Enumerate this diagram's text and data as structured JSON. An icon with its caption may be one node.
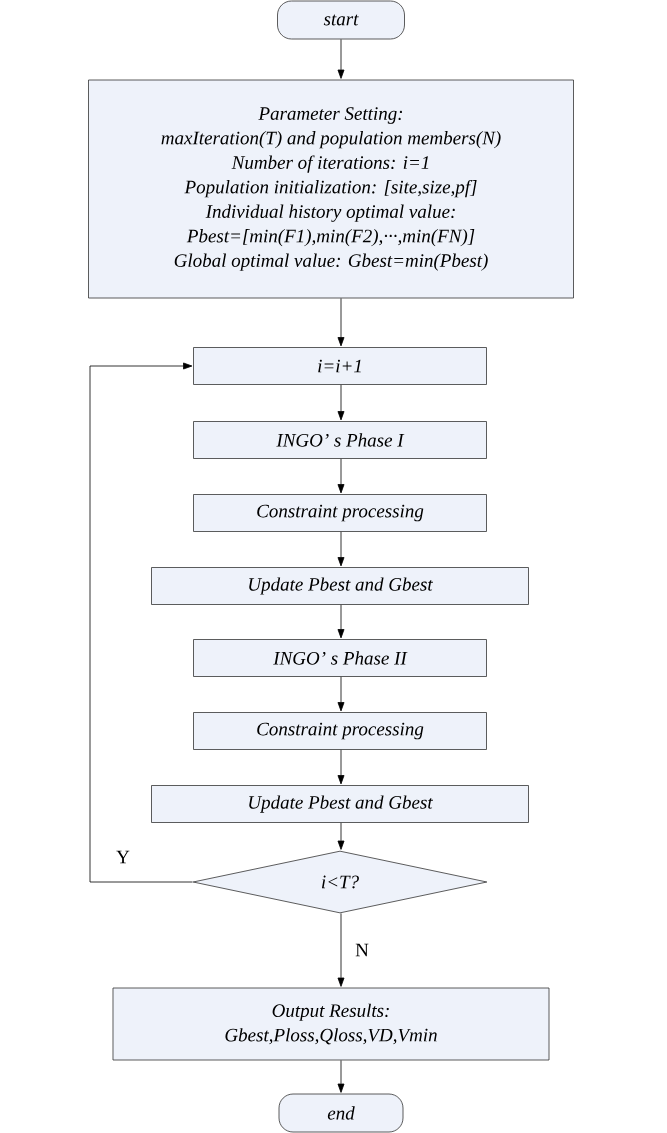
{
  "diagram": {
    "nodes": [
      {
        "text": [
          "start"
        ]
      },
      {
        "text": [
          "Parameter Setting:",
          "maxIteration(T) and population members(N)",
          "Number of iterations:  i=1",
          "Population initialization:  [site,size,pf]",
          "Individual history optimal value:",
          "Pbest=[min(F1),min(F2),···,min(FN)]",
          "Global optimal value:  Gbest=min(Pbest)"
        ]
      },
      {
        "text": [
          "i=i+1"
        ]
      },
      {
        "text": [
          "INGO’ s Phase I"
        ]
      },
      {
        "text": [
          "Constraint processing"
        ]
      },
      {
        "text": [
          "Update Pbest and Gbest"
        ]
      },
      {
        "text": [
          "INGO’ s Phase II"
        ]
      },
      {
        "text": [
          "Constraint processing"
        ]
      },
      {
        "text": [
          "Update Pbest and Gbest"
        ]
      },
      {
        "text": [
          "i<T?"
        ]
      },
      {
        "text": [
          "Output Results:",
          "Gbest,Ploss,Qloss,VD,Vmin"
        ]
      },
      {
        "text": [
          "end"
        ]
      }
    ],
    "edges": [
      {
        "from": 0,
        "to": 1,
        "arrow": "to"
      },
      {
        "from": 1,
        "to": 2,
        "arrow": "to"
      },
      {
        "from": 2,
        "to": 3,
        "arrow": "to"
      },
      {
        "from": 3,
        "to": 4,
        "arrow": "to"
      },
      {
        "from": 4,
        "to": 5,
        "arrow": "to"
      },
      {
        "from": 5,
        "to": 6,
        "arrow": "to"
      },
      {
        "from": 6,
        "to": 7,
        "arrow": "to"
      },
      {
        "from": 7,
        "to": 8,
        "arrow": "to"
      },
      {
        "from": 8,
        "to": 9,
        "arrow": "to"
      },
      {
        "from": 9,
        "to": 2,
        "arrow": "to",
        "label": "Y"
      },
      {
        "from": 9,
        "to": 10,
        "arrow": "to",
        "label": "N"
      },
      {
        "from": 10,
        "to": 11,
        "arrow": "to"
      }
    ]
  }
}
